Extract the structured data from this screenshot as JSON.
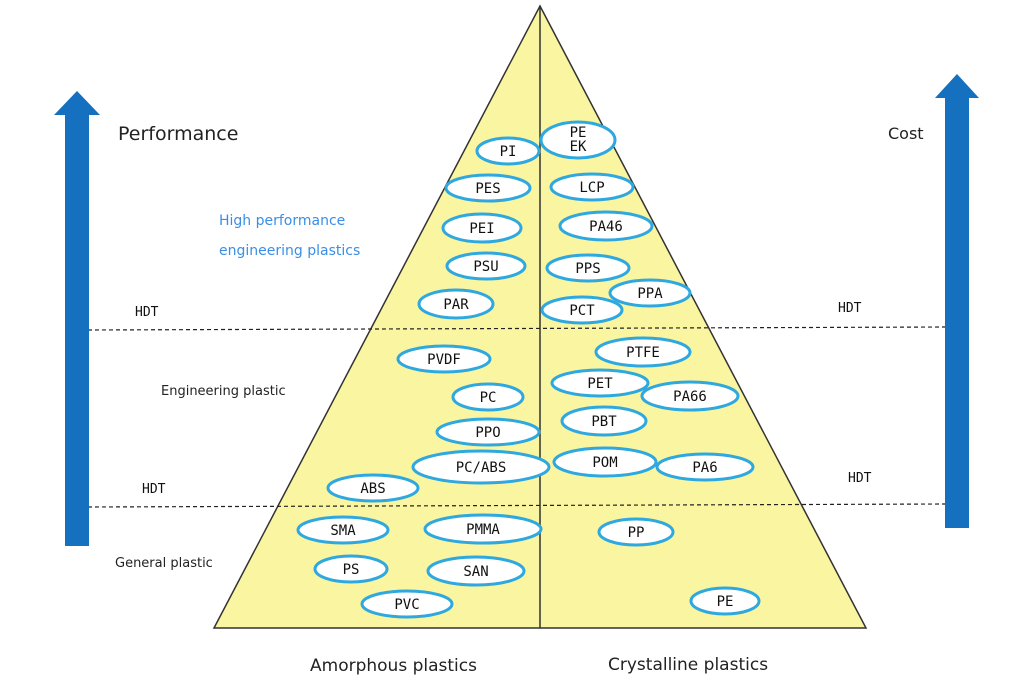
{
  "colors": {
    "pyramid_fill": "#faf5a0",
    "pyramid_stroke": "#333333",
    "arrow": "#1570c0",
    "pill_stroke": "#2ea8df",
    "pill_fill": "#ffffff",
    "category_high": "#3a8ee6"
  },
  "left_arrow": {
    "label": "Performance",
    "icon": "up-arrow-icon"
  },
  "right_arrow": {
    "label": "Cost",
    "icon": "up-arrow-icon"
  },
  "categories": {
    "high": [
      "High performance",
      "engineering plastics"
    ],
    "engineering": "Engineering plastic",
    "general": "General plastic"
  },
  "hdt_labels": [
    "HDT",
    "HDT",
    "HDT",
    "HDT"
  ],
  "bottom_labels": {
    "amorphous": "Amorphous plastics",
    "crystalline": "Crystalline plastics"
  },
  "materials": [
    {
      "key": "pi",
      "lines": [
        "PI"
      ]
    },
    {
      "key": "peek",
      "lines": [
        "PE",
        "EK"
      ]
    },
    {
      "key": "pes",
      "lines": [
        "PES"
      ]
    },
    {
      "key": "lcp",
      "lines": [
        "LCP"
      ]
    },
    {
      "key": "pei",
      "lines": [
        "PEI"
      ]
    },
    {
      "key": "pa46",
      "lines": [
        "PA46"
      ]
    },
    {
      "key": "psu",
      "lines": [
        "PSU"
      ]
    },
    {
      "key": "pps",
      "lines": [
        "PPS"
      ]
    },
    {
      "key": "par",
      "lines": [
        "PAR"
      ]
    },
    {
      "key": "ppa",
      "lines": [
        "PPA"
      ]
    },
    {
      "key": "pct",
      "lines": [
        "PCT"
      ]
    },
    {
      "key": "pvdf",
      "lines": [
        "PVDF"
      ]
    },
    {
      "key": "ptfe",
      "lines": [
        "PTFE"
      ]
    },
    {
      "key": "pet",
      "lines": [
        "PET"
      ]
    },
    {
      "key": "pc",
      "lines": [
        "PC"
      ]
    },
    {
      "key": "pa66",
      "lines": [
        "PA66"
      ]
    },
    {
      "key": "pbt",
      "lines": [
        "PBT"
      ]
    },
    {
      "key": "ppo",
      "lines": [
        "PPO"
      ]
    },
    {
      "key": "pom",
      "lines": [
        "POM"
      ]
    },
    {
      "key": "pcabs",
      "lines": [
        "PC/ABS"
      ]
    },
    {
      "key": "pa6",
      "lines": [
        "PA6"
      ]
    },
    {
      "key": "abs",
      "lines": [
        "ABS"
      ]
    },
    {
      "key": "sma",
      "lines": [
        "SMA"
      ]
    },
    {
      "key": "pmma",
      "lines": [
        "PMMA"
      ]
    },
    {
      "key": "pp",
      "lines": [
        "PP"
      ]
    },
    {
      "key": "ps",
      "lines": [
        "PS"
      ]
    },
    {
      "key": "san",
      "lines": [
        "SAN"
      ]
    },
    {
      "key": "pvc",
      "lines": [
        "PVC"
      ]
    },
    {
      "key": "pe",
      "lines": [
        "PE"
      ]
    }
  ]
}
